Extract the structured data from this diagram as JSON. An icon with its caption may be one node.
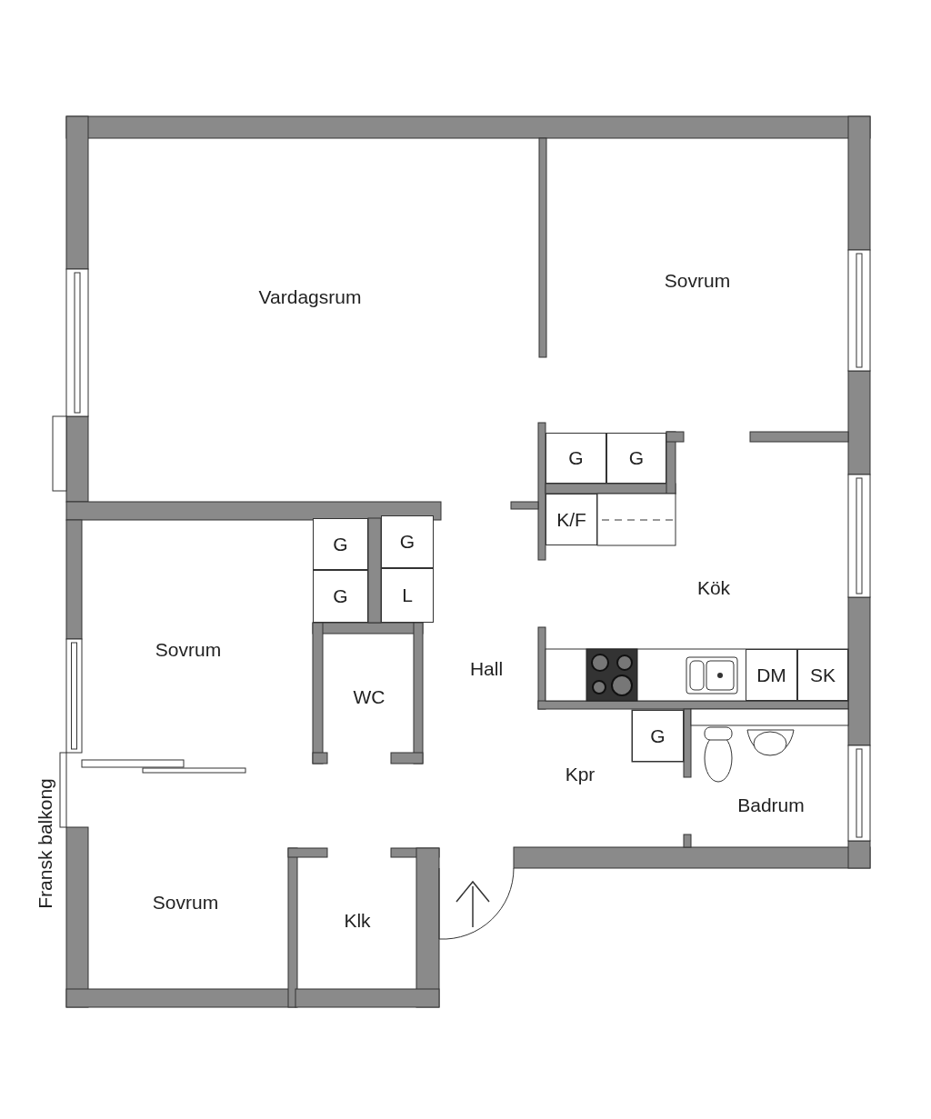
{
  "diagram": {
    "nodes": [
      {
        "text": [
          "G"
        ]
      },
      {
        "text": [
          "G"
        ]
      },
      {
        "text": [
          "K/F"
        ]
      },
      {
        "text": [
          "G"
        ]
      },
      {
        "text": [
          "G"
        ]
      },
      {
        "text": [
          "G"
        ]
      },
      {
        "text": [
          "L"
        ]
      },
      {
        "text": [
          "DM"
        ]
      },
      {
        "text": [
          "SK"
        ]
      },
      {
        "text": [
          "G"
        ]
      }
    ],
    "edges": [],
    "labels": [
      "Vardagsrum",
      "Sovrum",
      "Kök",
      "Sovrum",
      "Hall",
      "WC",
      "Kpr",
      "Badrum",
      "Fransk balkong",
      "Sovrum",
      "Klk"
    ]
  }
}
